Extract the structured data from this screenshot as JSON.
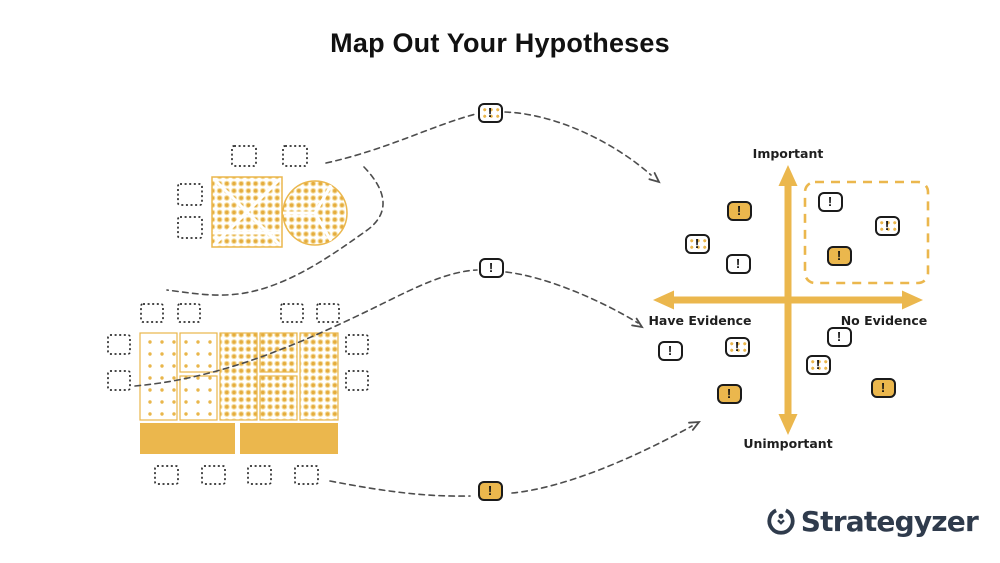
{
  "title": "Map Out Your Hypotheses",
  "brand": {
    "logo_text": "Strategyzer",
    "logo_icon": "strategyzer-mark-icon",
    "logo_color": "#2F3B4C"
  },
  "colors": {
    "accent_yellow": "#EBB74D",
    "ink": "#1B1B1B",
    "dashed_arrow_gray": "#4D4D4D"
  },
  "left_figures": {
    "value_proposition_canvas": "square-and-circle canvas filled with yellow dot pattern",
    "business_model_canvas": "nine-block canvas, sparse dots left, dense dots right, solid yellow bottom bars",
    "sticky_notes": "small dotted-outline squares around both canvases"
  },
  "matrix": {
    "badge_mark": "!",
    "axis_labels": {
      "top": "Important",
      "bottom": "Unimportant",
      "left": "Have Evidence",
      "right": "No Evidence"
    },
    "highlighted_quadrant": "top-right",
    "quadrant_badges": {
      "top_left": [
        "solid",
        "dotted",
        "outline"
      ],
      "top_right": [
        "outline",
        "dotted",
        "solid"
      ],
      "bottom_left": [
        "outline",
        "dotted",
        "solid"
      ],
      "bottom_right": [
        "outline",
        "dotted",
        "solid"
      ]
    }
  },
  "flow_badges": {
    "top": "dotted",
    "middle": "outline",
    "bottom": "solid"
  }
}
